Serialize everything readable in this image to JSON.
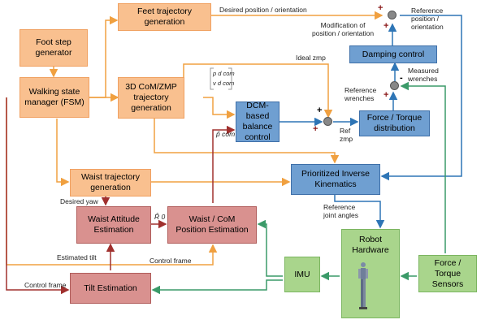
{
  "colors": {
    "orange_box": "#f9c08f",
    "blue_box": "#6f9fd1",
    "red_box": "#d9918f",
    "green_box": "#a9d58c",
    "orange_arrow": "#f0a040",
    "blue_arrow": "#2e75b6",
    "red_arrow": "#a0302e",
    "green_arrow": "#3a9a68"
  },
  "blocks": {
    "feet": "Feet trajectory\ngeneration",
    "footstep": "Foot step\ngenerator",
    "fsm": "Walking state\nmanager (FSM)",
    "com": "3D CoM/ZMP\ntrajectory\ngeneration",
    "dcm": "DCM-based\nbalance\ncontrol",
    "force_dist": "Force / Torque\ndistribution",
    "damping": "Damping control",
    "waist_traj": "Waist trajectory\ngeneration",
    "pik": "Prioritized Inverse\nKinematics",
    "waist_att": "Waist Attitude\nEstimation",
    "waist_com": "Waist / CoM\nPosition Estimation",
    "robot": "Robot\nHardware",
    "imu": "IMU",
    "ft_sensors": "Force / Torque\nSensors",
    "tilt": "Tilt Estimation"
  },
  "labels": {
    "desired_pos": "Desired position / orientation",
    "reference_pos": "Reference\nposition /\norientation",
    "modification": "Modification of\nposition / orientation",
    "ideal_zmp": "Ideal zmp",
    "measured_wrenches": "Measured\nwrenches",
    "reference_wrenches": "Reference\nwrenches",
    "ref_zmp": "Ref\nzmp",
    "p_com_hat": "p̂ com",
    "desired_yaw": "Desired yaw",
    "r_hat": "R̂ 0",
    "reference_joint_angles": "Reference\njoint angles",
    "estimated_tilt": "Estimated tilt",
    "control_frame_1": "Control frame",
    "control_frame_2": "Control frame",
    "pd_com": "p d com",
    "vd_com": "v d com"
  },
  "signs": {
    "plus": "+",
    "minus": "-"
  }
}
